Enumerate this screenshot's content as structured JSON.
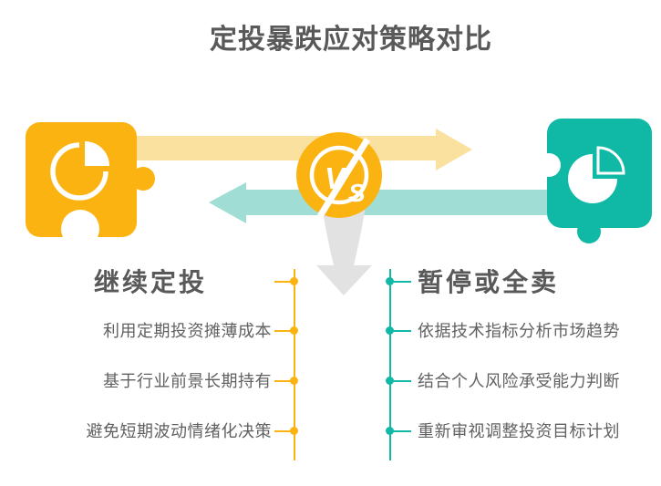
{
  "page": {
    "title": "定投暴跌应对策略对比"
  },
  "vs_badge": {
    "letter_v": "V",
    "letter_s": "S"
  },
  "left_strategy": {
    "heading": "继续定投",
    "items": [
      "利用定期投资摊薄成本",
      "基于行业前景长期持有",
      "避免短期波动情绪化决策"
    ]
  },
  "right_strategy": {
    "heading": "暂停或全卖",
    "items": [
      "依据技术指标分析市场趋势",
      "结合个人风险承受能力判断",
      "重新审视调整投资目标计划"
    ]
  },
  "icons": {
    "left_graphic": "puzzle-piece-with-pie-chart",
    "right_graphic": "puzzle-piece-with-pie-chart",
    "center_badge": "vs-lightning-badge",
    "top_arrow": "right-arrow",
    "bottom_arrow": "left-arrow",
    "funnel_arrow": "down-arrow"
  },
  "colors": {
    "yellow": "#FBB312",
    "yellow_light": "#FAE1A0",
    "teal": "#10B9A6",
    "teal_light": "#A0DED5",
    "gray_arrow": "#E2E2E2",
    "text_dark": "#595959",
    "text_item": "#616161",
    "background": "#FFFFFF"
  }
}
